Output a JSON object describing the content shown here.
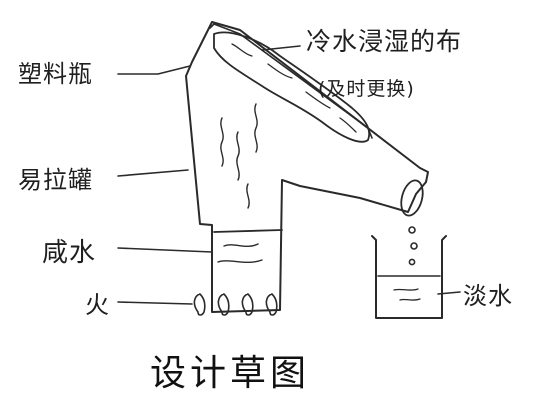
{
  "labels": {
    "plastic_bottle": "塑料瓶",
    "can": "易拉罐",
    "salt_water": "咸水",
    "fire": "火",
    "wet_cloth": "冷水浸湿的布",
    "cloth_note": "(及时更换)",
    "fresh_water": "淡水"
  },
  "caption": "设计草图",
  "colors": {
    "ink": "#2a2a2a",
    "background": "#ffffff"
  }
}
